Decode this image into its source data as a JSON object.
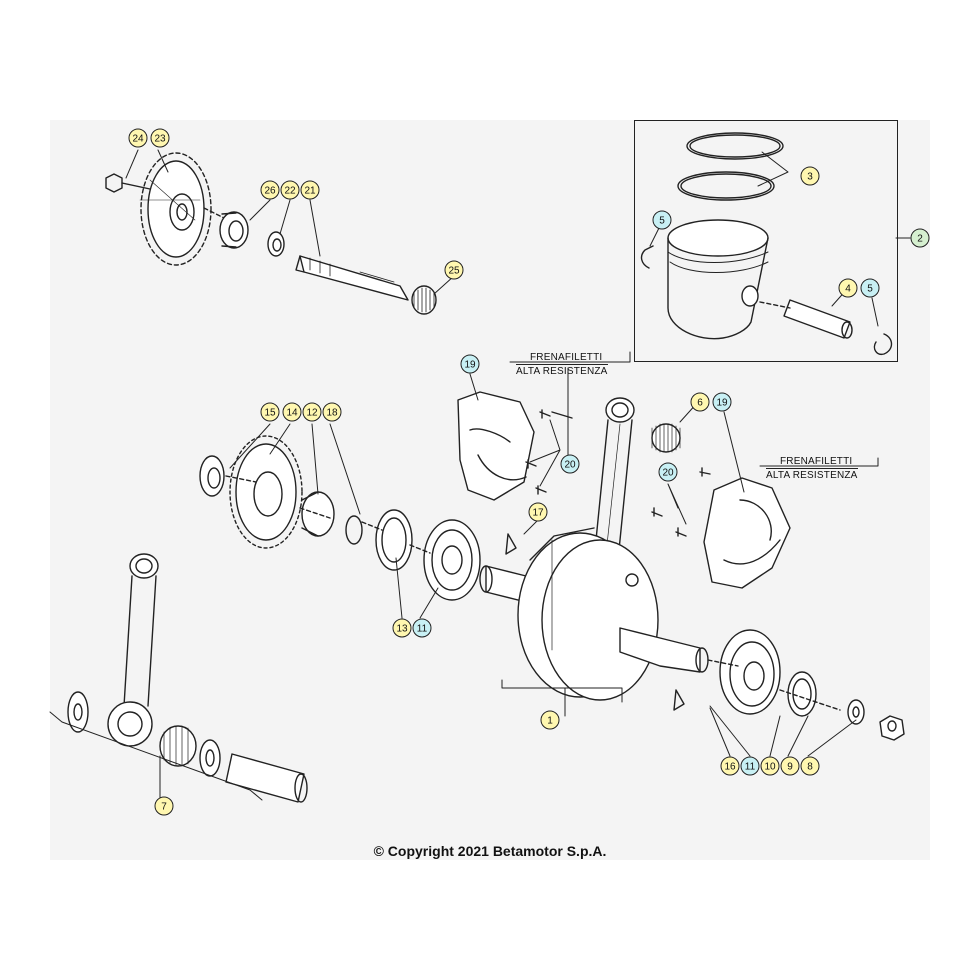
{
  "notes": {
    "left_line1": "FRENAFILETTI",
    "left_line2": "ALTA RESISTENZA",
    "right_line1": "FRENAFILETTI",
    "right_line2": "ALTA RESISTENZA"
  },
  "copyright": "© Copyright 2021 Betamotor S.p.A.",
  "colors": {
    "callout_yellow": "#fff7b0",
    "callout_cyan": "#c8f0f4",
    "callout_green": "#d6f0d0",
    "line": "#222222"
  },
  "callouts": [
    {
      "label": "24",
      "color": "yellow"
    },
    {
      "label": "23",
      "color": "yellow"
    },
    {
      "label": "26",
      "color": "yellow"
    },
    {
      "label": "22",
      "color": "yellow"
    },
    {
      "label": "21",
      "color": "yellow"
    },
    {
      "label": "25",
      "color": "yellow"
    },
    {
      "label": "3",
      "color": "yellow"
    },
    {
      "label": "5",
      "color": "cyan"
    },
    {
      "label": "2",
      "color": "green"
    },
    {
      "label": "4",
      "color": "yellow"
    },
    {
      "label": "5",
      "color": "cyan"
    },
    {
      "label": "19",
      "color": "cyan"
    },
    {
      "label": "6",
      "color": "yellow"
    },
    {
      "label": "19",
      "color": "cyan"
    },
    {
      "label": "15",
      "color": "yellow"
    },
    {
      "label": "14",
      "color": "yellow"
    },
    {
      "label": "12",
      "color": "yellow"
    },
    {
      "label": "18",
      "color": "yellow"
    },
    {
      "label": "20",
      "color": "cyan"
    },
    {
      "label": "20",
      "color": "cyan"
    },
    {
      "label": "17",
      "color": "yellow"
    },
    {
      "label": "13",
      "color": "yellow"
    },
    {
      "label": "11",
      "color": "cyan"
    },
    {
      "label": "1",
      "color": "yellow"
    },
    {
      "label": "7",
      "color": "yellow"
    },
    {
      "label": "16",
      "color": "yellow"
    },
    {
      "label": "11",
      "color": "cyan"
    },
    {
      "label": "10",
      "color": "yellow"
    },
    {
      "label": "9",
      "color": "yellow"
    },
    {
      "label": "8",
      "color": "yellow"
    }
  ]
}
